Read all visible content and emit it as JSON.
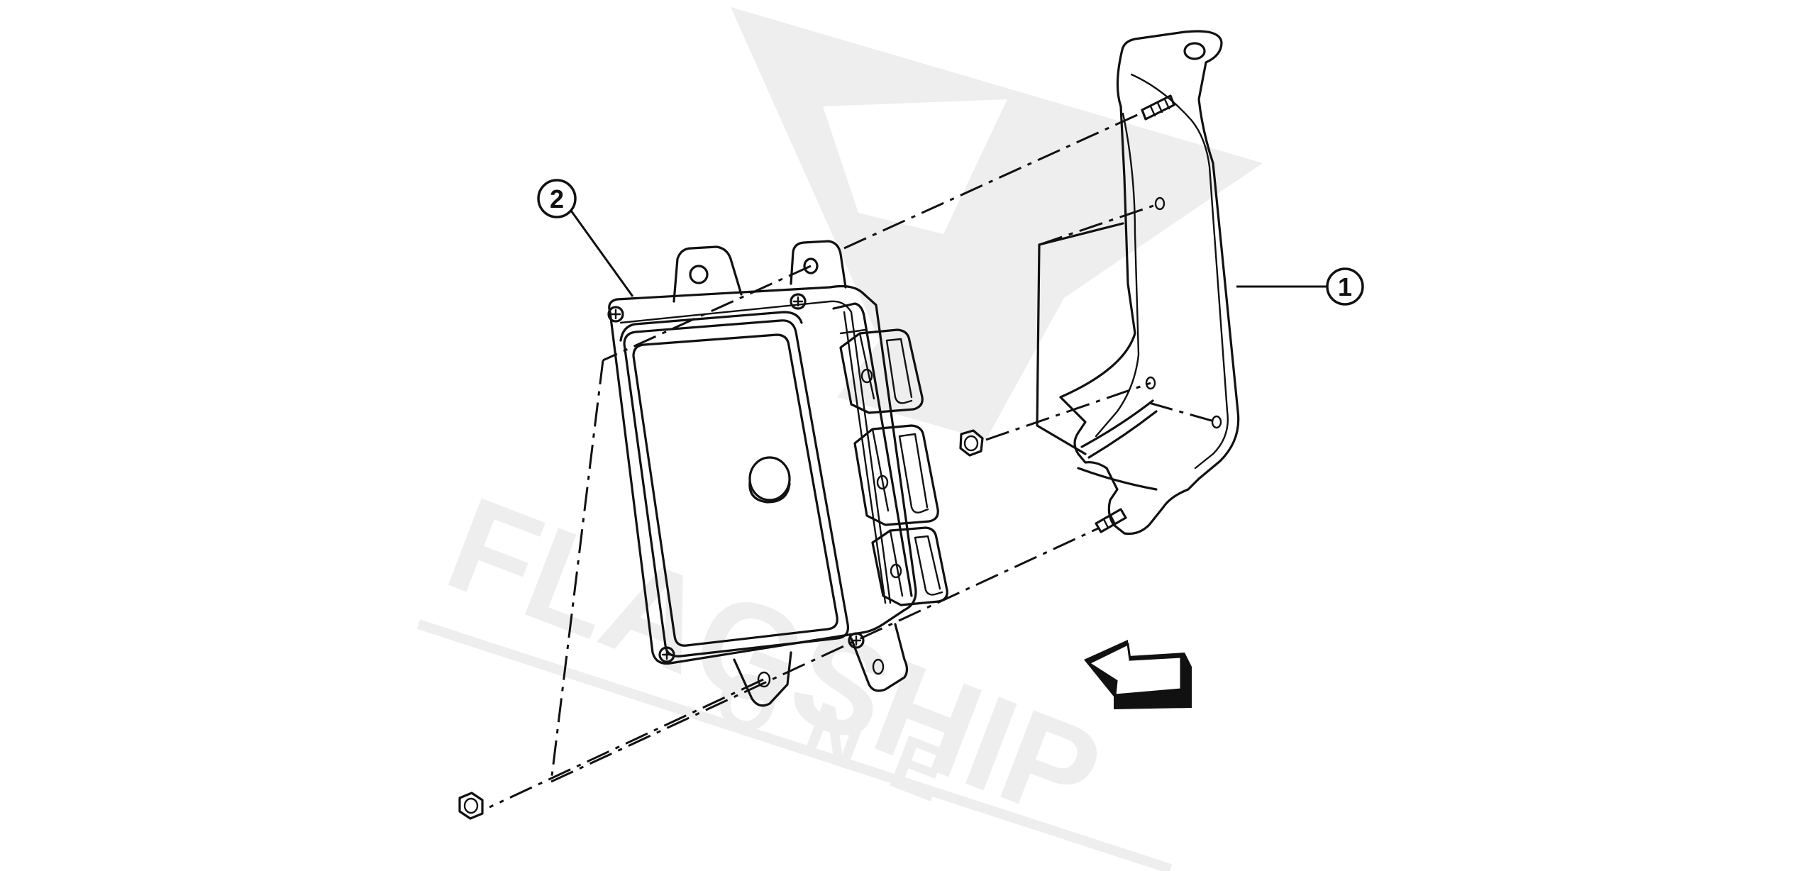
{
  "callouts": [
    {
      "id": "1",
      "label": "1"
    },
    {
      "id": "2",
      "label": "2"
    }
  ],
  "watermark": {
    "line1": "FLAGSHIP",
    "line2": "ONE"
  },
  "icons": {
    "front_arrow": "front-direction-arrow-icon"
  }
}
